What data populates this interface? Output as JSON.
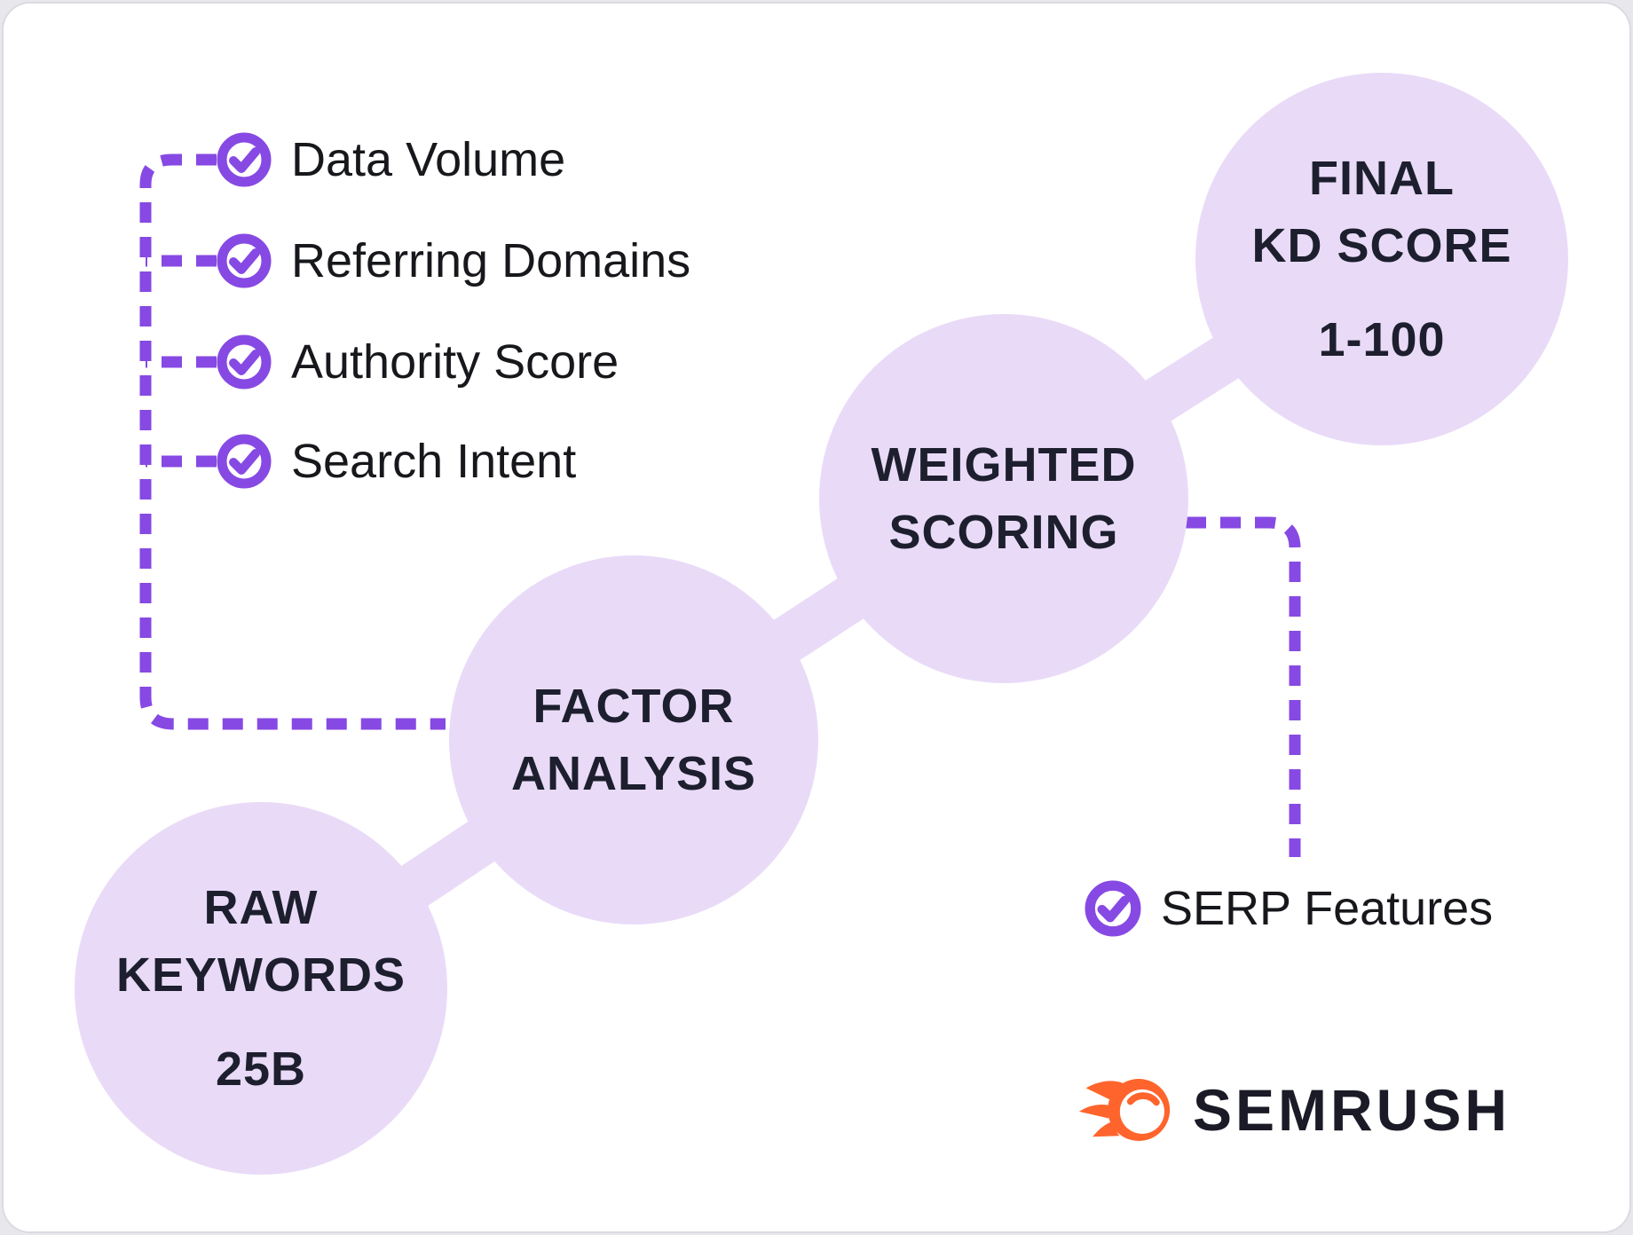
{
  "colors": {
    "accent_purple": "#8749E3",
    "node_fill": "#E9DBF8",
    "node_text": "#1D1F2E",
    "label_text": "#17181C",
    "brand_orange": "#FF642D",
    "brand_text": "#1A1B26"
  },
  "checklist": {
    "items": [
      {
        "label": "Data Volume"
      },
      {
        "label": "Referring Domains"
      },
      {
        "label": "Authority Score"
      },
      {
        "label": "Search Intent"
      }
    ]
  },
  "nodes": [
    {
      "id": "raw-keywords",
      "label_lines": [
        "RAW",
        "KEYWORDS"
      ],
      "value": "25B"
    },
    {
      "id": "factor-analysis",
      "label_lines": [
        "FACTOR",
        "ANALYSIS"
      ]
    },
    {
      "id": "weighted-scoring",
      "label_lines": [
        "WEIGHTED",
        "SCORING"
      ]
    },
    {
      "id": "final-kd-score",
      "label_lines": [
        "FINAL",
        "KD SCORE"
      ],
      "value": "1-100"
    }
  ],
  "serp_feature": {
    "label": "SERP Features"
  },
  "brand": {
    "name": "SEMRUSH"
  }
}
